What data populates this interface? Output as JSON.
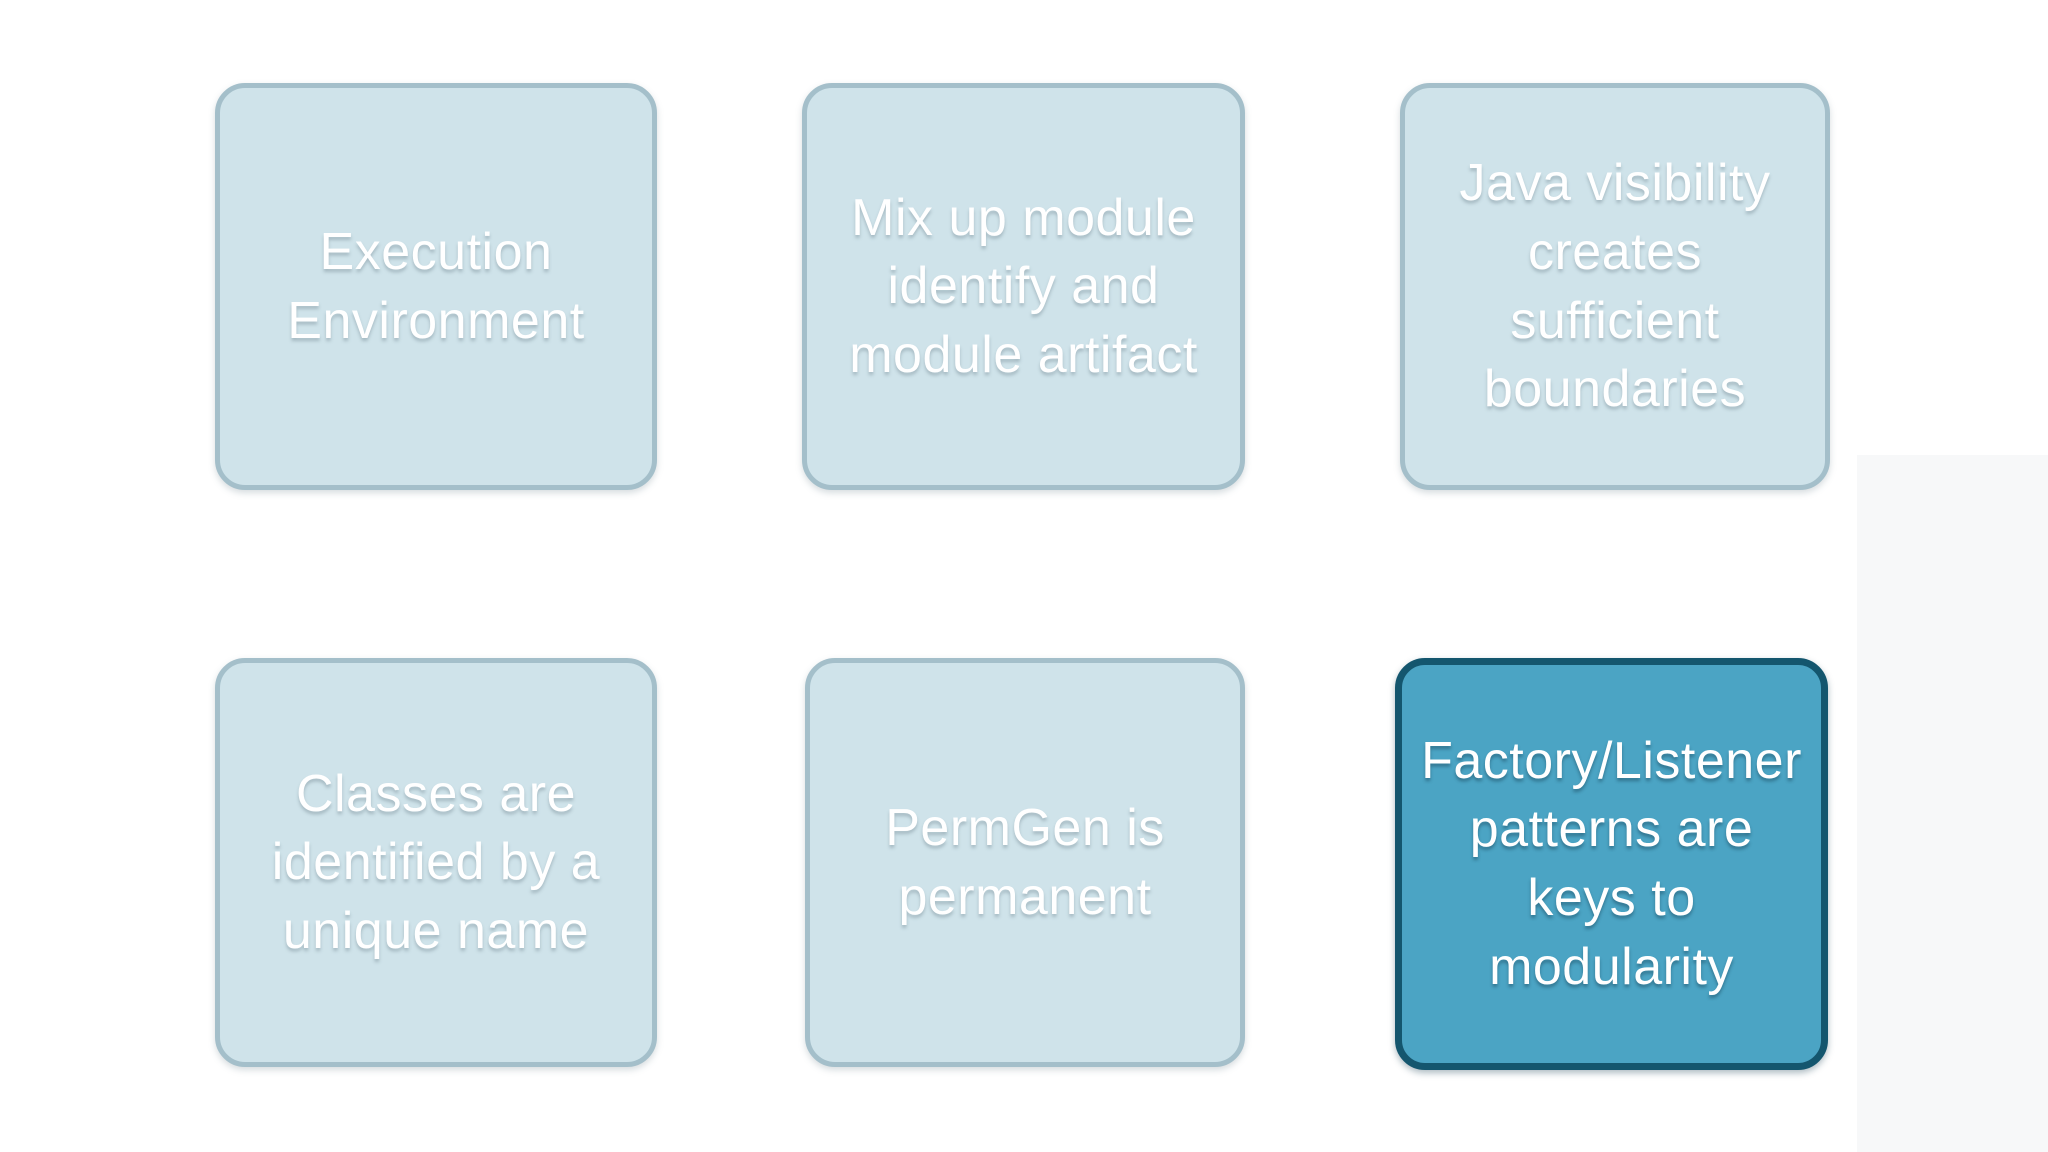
{
  "slide": {
    "type": "smartart-grid",
    "rows": 2,
    "cols": 3,
    "colors": {
      "background": "#ffffff",
      "shade": "#f7f8f9",
      "text": "#ffffff",
      "light_fill": "#cfe3ea",
      "light_border": "#a4bfca",
      "dark_fill": "#4ba4c4",
      "dark_border": "#14566e"
    },
    "boxes": [
      {
        "id": "execution-environment",
        "variant": "light",
        "lines": [
          "Execution",
          "Environment"
        ]
      },
      {
        "id": "mix-up-module",
        "variant": "light",
        "lines": [
          "Mix up module",
          "identify and",
          "module artifact"
        ]
      },
      {
        "id": "java-visibility",
        "variant": "light",
        "lines": [
          "Java visibility",
          "creates",
          "sufficient",
          "boundaries"
        ]
      },
      {
        "id": "classes-unique-name",
        "variant": "light",
        "lines": [
          "Classes are",
          "identified by a",
          "unique name"
        ]
      },
      {
        "id": "permgen-permanent",
        "variant": "light",
        "lines": [
          "PermGen is",
          "permanent"
        ]
      },
      {
        "id": "factory-listener",
        "variant": "dark",
        "lines": [
          "Factory/Listener",
          "patterns are",
          "keys to",
          "modularity"
        ]
      }
    ]
  }
}
